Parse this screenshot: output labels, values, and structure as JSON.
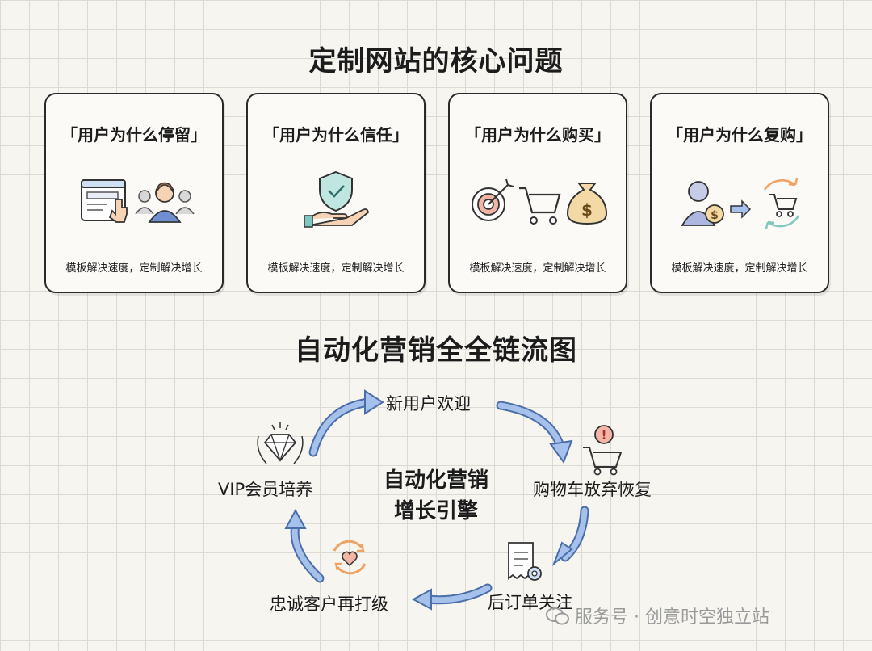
{
  "main_title": "定制网站的核心问题",
  "cards": [
    {
      "title": "「用户为什么停留」",
      "caption": "模板解决速度，定制解决增长"
    },
    {
      "title": "「用户为什么信任」",
      "caption": "模板解决速度，定制解决增长"
    },
    {
      "title": "「用户为什么购买」",
      "caption": "模板解决速度，定制解决增长"
    },
    {
      "title": "「用户为什么复购」",
      "caption": "模板解决速度，定制解决增长"
    }
  ],
  "flow": {
    "title": "自动化营销全全链流图",
    "center_line1": "自动化营销",
    "center_line2": "增长引擎",
    "nodes": [
      "新用户欢迎",
      "购物车放弃恢复",
      "后订单关注",
      "忠诚客户再打级",
      "VIP会员培养"
    ]
  },
  "watermark": "服务号 · 创意时空独立站",
  "colors": {
    "arrow": "#a6c1ec",
    "arrow_stroke": "#4a6fa8",
    "accent_orange": "#f0a262",
    "accent_teal": "#7fc7bf"
  }
}
